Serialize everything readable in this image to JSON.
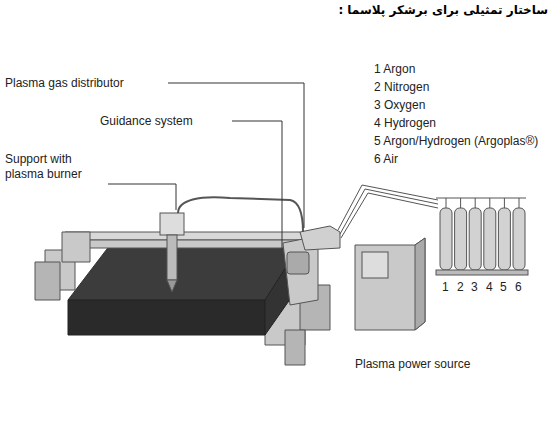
{
  "diagram": {
    "title": "ساختار تمثیلی برای برشکر پلاسما :",
    "labels": [
      "Plasma gas distributor",
      "Guidance system",
      "Support with plasma burner",
      "1 Argon",
      "2 Nitrogen",
      "3 Oxygen",
      "4 Hydrogen",
      "5 Argon/Hydrogen (Argoplas®)",
      "6 Air",
      "1",
      "2",
      "3",
      "4",
      "5",
      "6",
      "Plasma power source"
    ]
  }
}
